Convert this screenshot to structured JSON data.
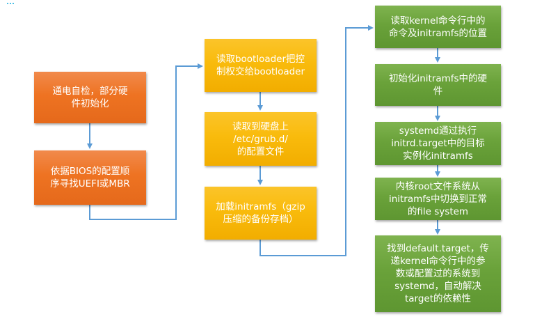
{
  "diagram": {
    "title_visible": false,
    "colors": {
      "orange": "#ee7322",
      "yellow": "#f9bb0c",
      "green": "#6aa23a",
      "connector": "#5b9bd5",
      "text": "#ffffff"
    },
    "columns": [
      {
        "name": "bios-stage",
        "color": "orange",
        "steps": [
          {
            "id": "step-power-on",
            "text": "通电自检，部分硬\n件初始化"
          },
          {
            "id": "step-bios-order",
            "text": "依据BIOS的配置顺\n序寻找UEFI或MBR"
          }
        ]
      },
      {
        "name": "bootloader-stage",
        "color": "yellow",
        "steps": [
          {
            "id": "step-read-bootloader",
            "text": "读取bootloader把控\n制权交给bootloader"
          },
          {
            "id": "step-grub-config",
            "text": "读取到硬盘上\n/etc/grub.d/\n的配置文件"
          },
          {
            "id": "step-load-initramfs",
            "text": "加载initramfs（gzip\n压缩的备份存档）"
          }
        ]
      },
      {
        "name": "kernel-stage",
        "color": "green",
        "steps": [
          {
            "id": "step-read-kernel-cmdline",
            "text": "读取kernel命令行中的\n命令及initramfs的位置"
          },
          {
            "id": "step-init-hardware",
            "text": "初始化initramfs中的硬\n件"
          },
          {
            "id": "step-systemd-initrd",
            "text": "systemd通过执行\ninitrd.target中的目标\n实例化initramfs"
          },
          {
            "id": "step-switch-root",
            "text": "内核root文件系统从\ninitramfs中切换到正常\n的file system"
          },
          {
            "id": "step-default-target",
            "text": "找到default.target，传\n递kernel命令行中的参\n数或配置过的系统到\nsystemd，自动解决\ntarget的依赖性"
          }
        ]
      }
    ]
  }
}
